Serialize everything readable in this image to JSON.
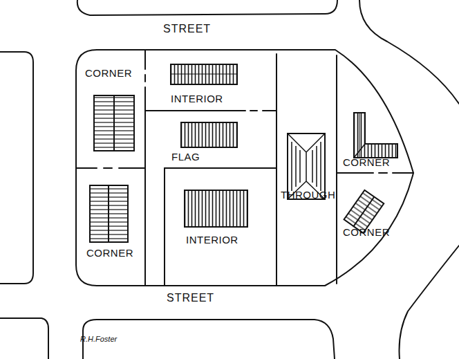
{
  "diagram": {
    "nodes": [
      {
        "text": [
          "CORNER"
        ]
      },
      {
        "text": [
          "INTERIOR"
        ]
      },
      {
        "text": [
          "FLAG"
        ]
      },
      {
        "text": [
          "CORNER"
        ]
      },
      {
        "text": [
          "INTERIOR"
        ]
      },
      {
        "text": [
          "THROUGH"
        ]
      },
      {
        "text": [
          "CORNER"
        ]
      },
      {
        "text": [
          "CORNER"
        ]
      }
    ],
    "labels": [
      "STREET",
      "STREET",
      "R.H.Foster"
    ]
  }
}
